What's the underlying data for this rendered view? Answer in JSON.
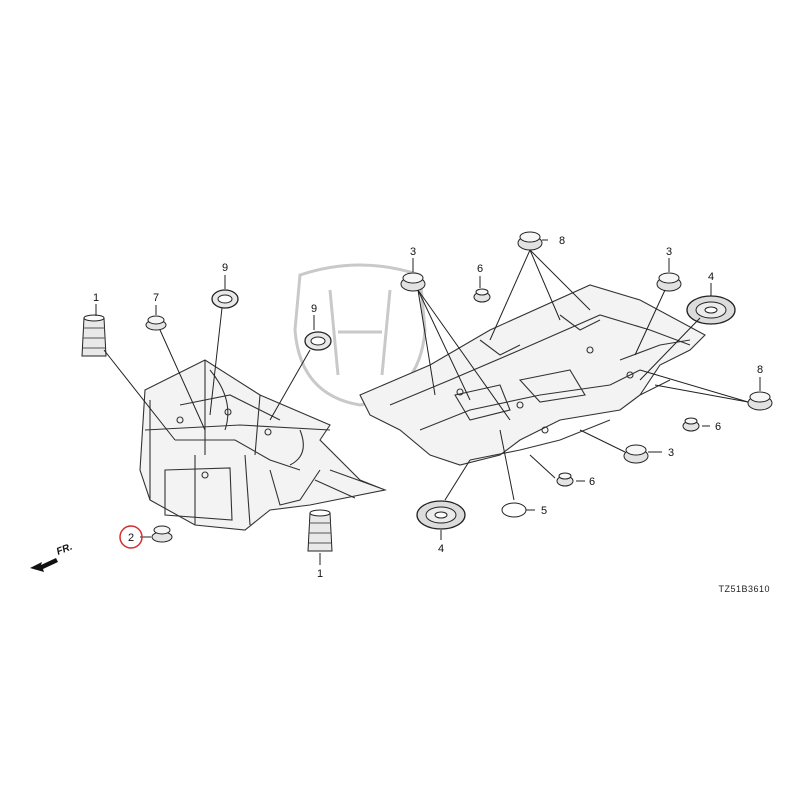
{
  "diagram": {
    "code": "TZ51B3610",
    "front_label": "FR.",
    "highlight_color": "#d32f2f",
    "watermark": "HONDA",
    "callouts": [
      {
        "id": "c1a",
        "label": "1"
      },
      {
        "id": "c1b",
        "label": "1"
      },
      {
        "id": "c2",
        "label": "2"
      },
      {
        "id": "c3a",
        "label": "3"
      },
      {
        "id": "c3b",
        "label": "3"
      },
      {
        "id": "c3c",
        "label": "3"
      },
      {
        "id": "c4a",
        "label": "4"
      },
      {
        "id": "c4b",
        "label": "4"
      },
      {
        "id": "c5",
        "label": "5"
      },
      {
        "id": "c6a",
        "label": "6"
      },
      {
        "id": "c6b",
        "label": "6"
      },
      {
        "id": "c6c",
        "label": "6"
      },
      {
        "id": "c7",
        "label": "7"
      },
      {
        "id": "c8a",
        "label": "8"
      },
      {
        "id": "c8b",
        "label": "8"
      },
      {
        "id": "c9a",
        "label": "9"
      },
      {
        "id": "c9b",
        "label": "9"
      }
    ]
  }
}
